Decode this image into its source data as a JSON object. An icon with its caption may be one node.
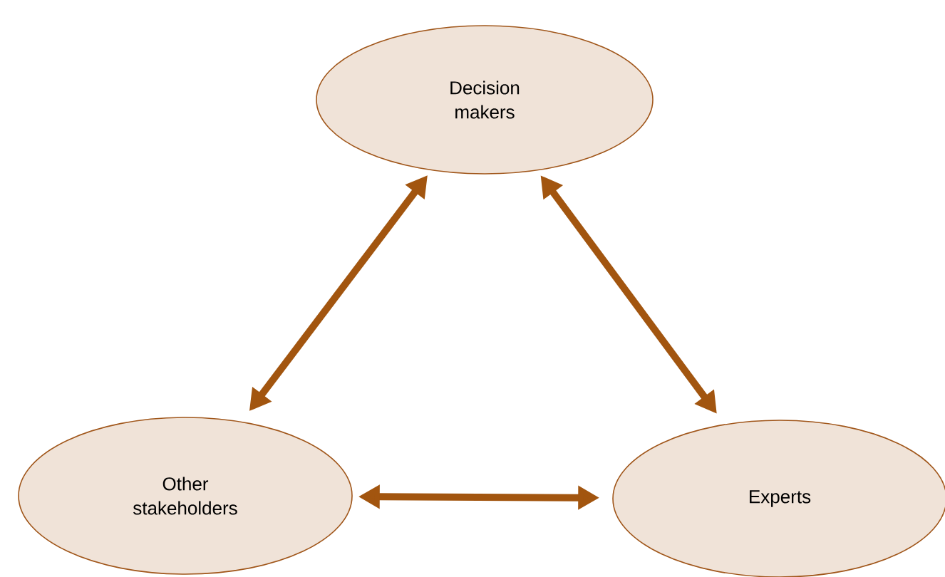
{
  "diagram": {
    "nodes": [
      {
        "text": [
          "Decision makers"
        ]
      },
      {
        "text": [
          "Other stakeholders"
        ]
      },
      {
        "text": [
          "Experts"
        ]
      }
    ],
    "edges": [
      {
        "from": 0,
        "to": 1,
        "arrow": "both"
      },
      {
        "from": 0,
        "to": 2,
        "arrow": "both"
      },
      {
        "from": 1,
        "to": 2,
        "arrow": "both"
      }
    ]
  }
}
